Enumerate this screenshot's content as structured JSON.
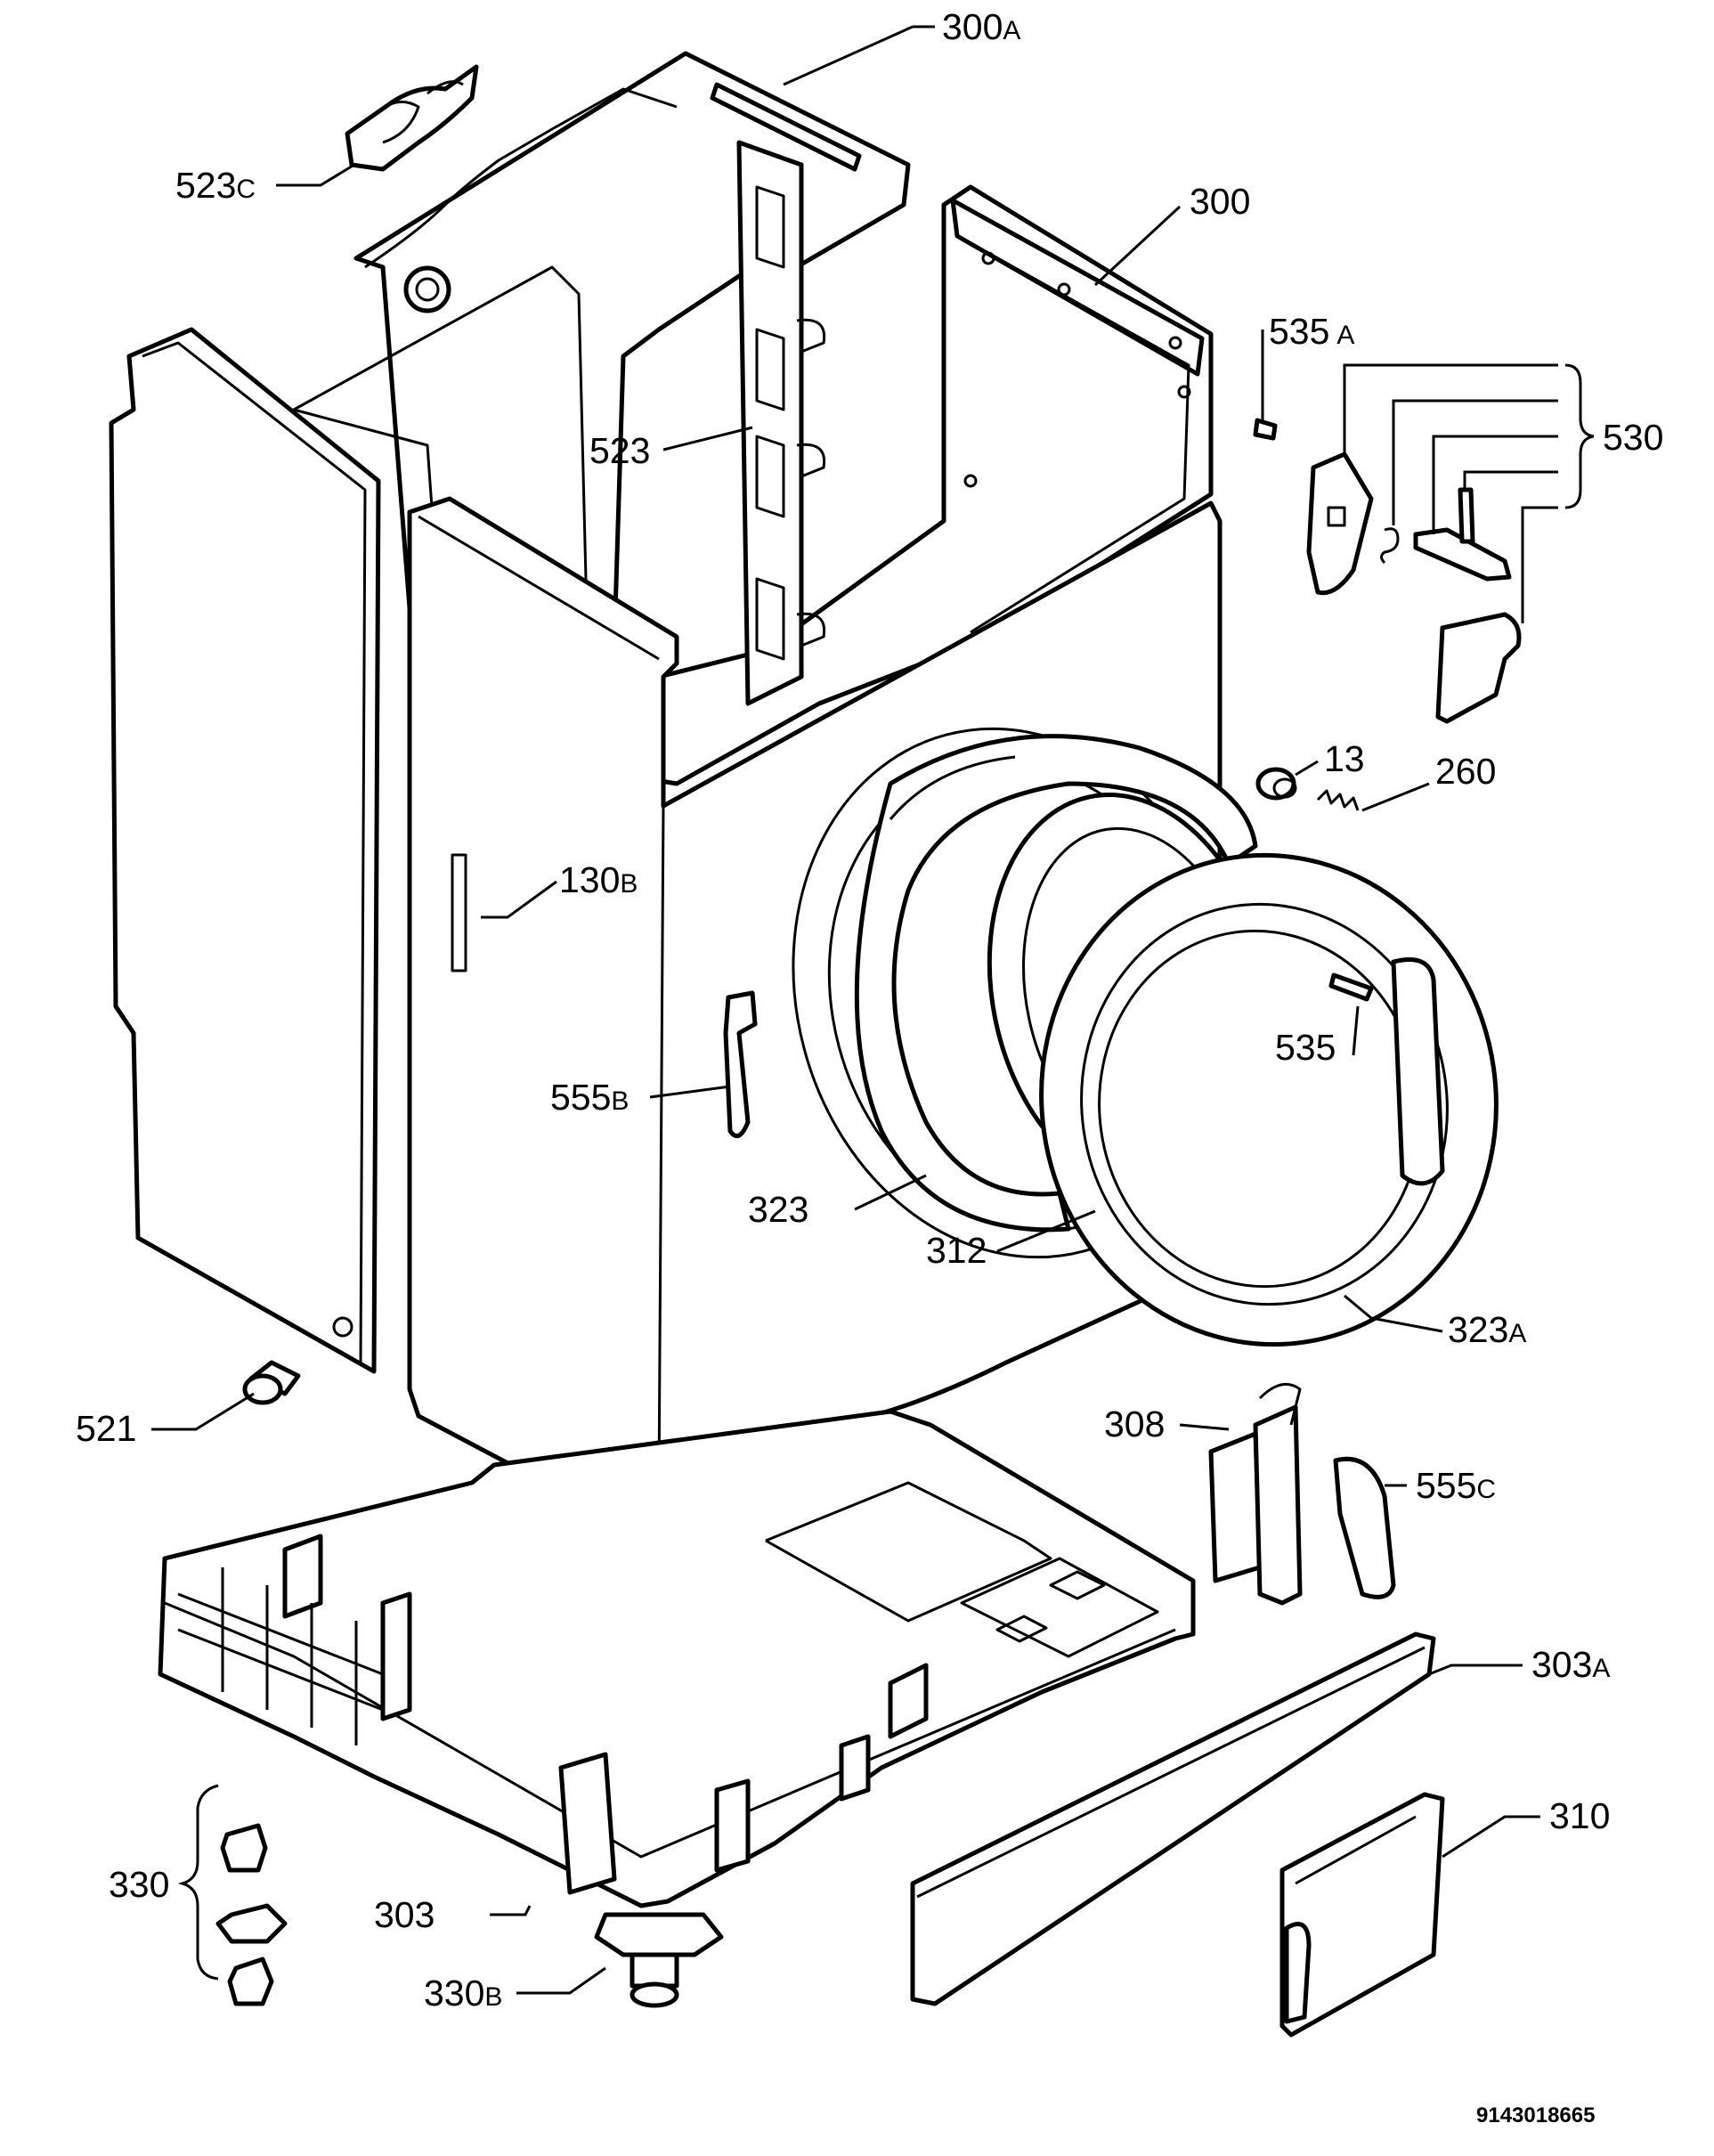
{
  "diagram": {
    "document_number": "9143018665",
    "callouts": [
      {
        "id": "300A",
        "number": "300",
        "suffix": "A"
      },
      {
        "id": "523C",
        "number": "523",
        "suffix": "C"
      },
      {
        "id": "300",
        "number": "300",
        "suffix": ""
      },
      {
        "id": "535A",
        "number": "535",
        "suffix": "A"
      },
      {
        "id": "530",
        "number": "530",
        "suffix": ""
      },
      {
        "id": "523",
        "number": "523",
        "suffix": ""
      },
      {
        "id": "13",
        "number": "13",
        "suffix": ""
      },
      {
        "id": "260",
        "number": "260",
        "suffix": ""
      },
      {
        "id": "130B",
        "number": "130",
        "suffix": "B"
      },
      {
        "id": "535",
        "number": "535",
        "suffix": ""
      },
      {
        "id": "555B",
        "number": "555",
        "suffix": "B"
      },
      {
        "id": "323",
        "number": "323",
        "suffix": ""
      },
      {
        "id": "312",
        "number": "312",
        "suffix": ""
      },
      {
        "id": "323A",
        "number": "323",
        "suffix": "A"
      },
      {
        "id": "521",
        "number": "521",
        "suffix": ""
      },
      {
        "id": "308",
        "number": "308",
        "suffix": ""
      },
      {
        "id": "555C",
        "number": "555",
        "suffix": "C"
      },
      {
        "id": "303A",
        "number": "303",
        "suffix": "A"
      },
      {
        "id": "310",
        "number": "310",
        "suffix": ""
      },
      {
        "id": "330",
        "number": "330",
        "suffix": ""
      },
      {
        "id": "303",
        "number": "303",
        "suffix": ""
      },
      {
        "id": "330B",
        "number": "330",
        "suffix": "B"
      }
    ]
  }
}
